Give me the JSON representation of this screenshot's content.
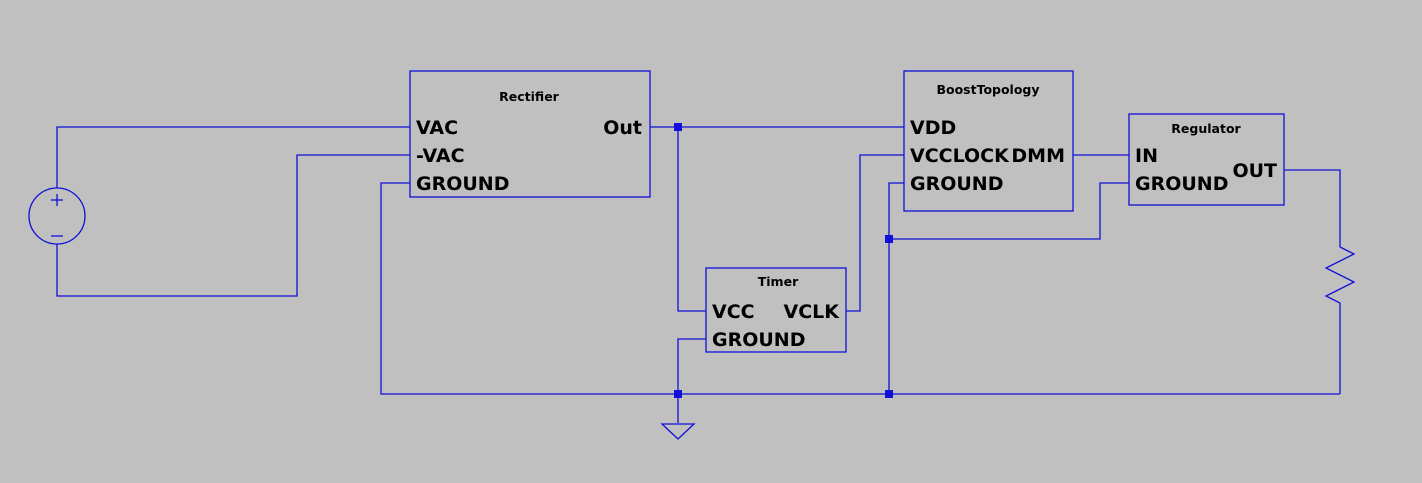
{
  "colors": {
    "background": "#c0c0c0",
    "wire": "#1010d8",
    "text": "#000000"
  },
  "blocks": {
    "rectifier": {
      "title": "Rectifier",
      "pins": {
        "vac": "VAC",
        "nvac": "-VAC",
        "ground": "GROUND",
        "out": "Out"
      }
    },
    "boost": {
      "title": "BoostTopology",
      "pins": {
        "vdd": "VDD",
        "vcclock": "VCCLOCK",
        "ground": "GROUND",
        "dmm": "DMM"
      }
    },
    "regulator": {
      "title": "Regulator",
      "pins": {
        "in": "IN",
        "ground": "GROUND",
        "out": "OUT"
      }
    },
    "timer": {
      "title": "Timer",
      "pins": {
        "vcc": "VCC",
        "ground": "GROUND",
        "vclk": "VCLK"
      }
    }
  },
  "source": {
    "plus": "+",
    "minus": "−"
  },
  "symbols": [
    "ac-voltage-source-icon",
    "resistor-icon",
    "ground-icon"
  ]
}
